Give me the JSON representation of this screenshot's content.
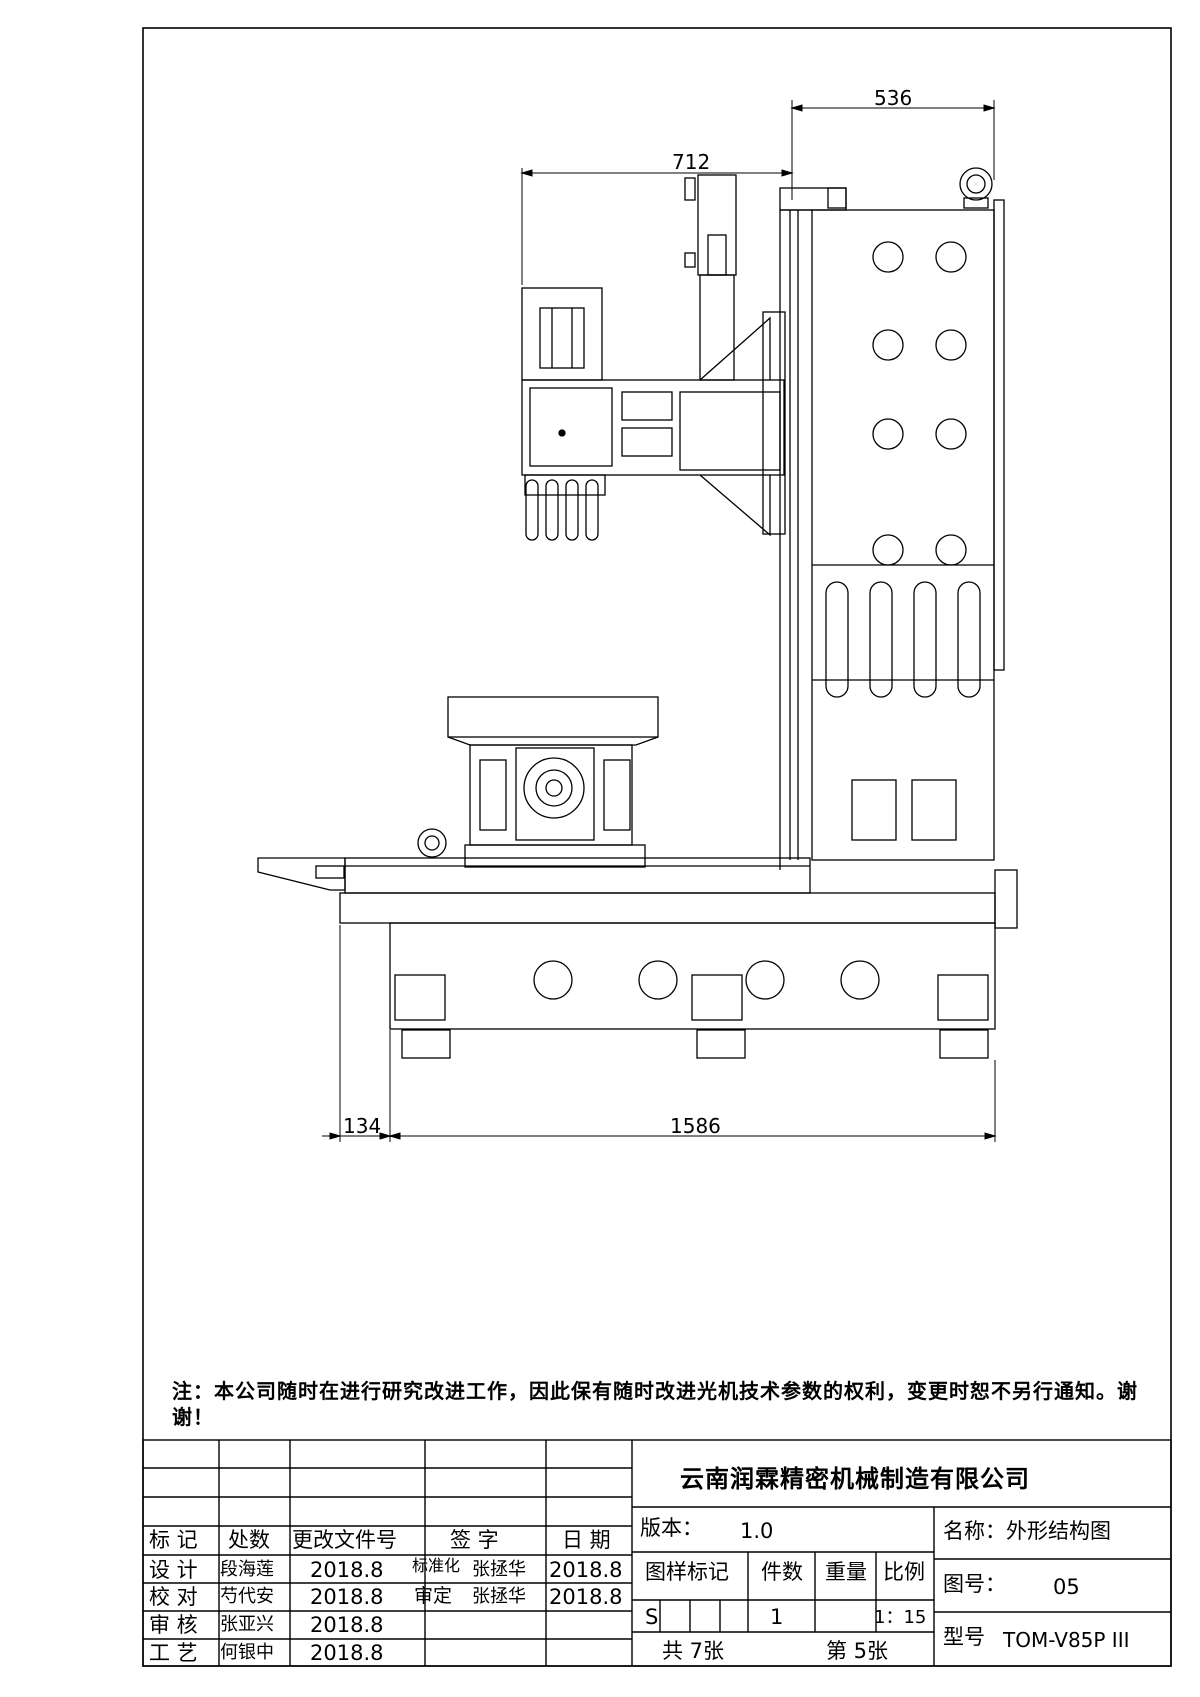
{
  "dimensions": {
    "top_right": "536",
    "top_left": "712",
    "bottom_left": "134",
    "bottom_main": "1586"
  },
  "note": "注：本公司随时在进行研究改进工作，因此保有随时改进光机技术参数的权利，变更时恕不另行通知。谢谢！",
  "title_block": {
    "company": "云南润霖精密机械制造有限公司",
    "headers": {
      "mark": "标 记",
      "place_count": "处数",
      "change_doc_no": "更改文件号",
      "signature": "签 字",
      "date": "日 期"
    },
    "roles": [
      {
        "role": "设 计",
        "name": "段海莲",
        "date": "2018.8"
      },
      {
        "role": "校 对",
        "name": "芍代安",
        "date": "2018.8"
      },
      {
        "role": "审 核",
        "name": "张亚兴",
        "date": "2018.8"
      },
      {
        "role": "工 艺",
        "name": "何银中",
        "date": "2018.8"
      }
    ],
    "approvals": [
      {
        "role": "标准化",
        "name": "张拯华",
        "date": "2018.8"
      },
      {
        "role": "审定",
        "name": "张拯华",
        "date": "2018.8"
      }
    ],
    "version_label": "版本：",
    "version": "1.0",
    "name_label": "名称：外形结构图",
    "drawing_no_label": "图号：",
    "drawing_no": "05",
    "model_label": "型号",
    "model": "TOM-V85P III",
    "sample_mark_label": "图样标记",
    "qty_label": "件数",
    "weight_label": "重量",
    "scale_label": "比例",
    "sample_mark": "S",
    "qty": "1",
    "scale": "1：15",
    "total_sheets": "共 7张",
    "sheet_no": "第 5张"
  }
}
